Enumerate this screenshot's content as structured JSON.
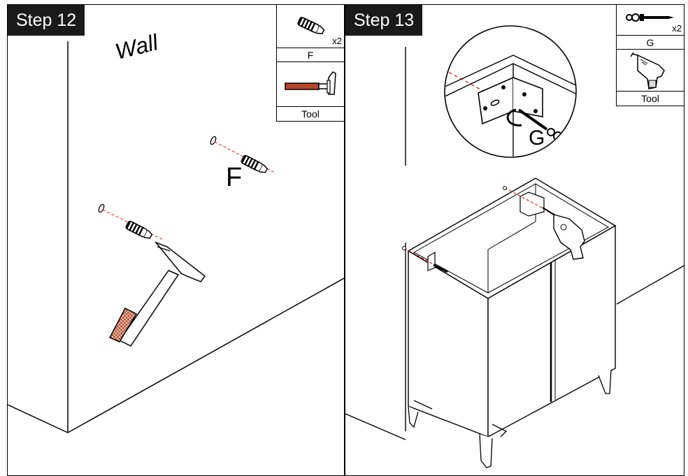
{
  "steps": [
    {
      "label": "Step 12",
      "scene_text": "Wall",
      "callout": "F",
      "parts": {
        "part_label": "F",
        "part_qty": "x2",
        "tool_label": "Tool"
      }
    },
    {
      "label": "Step 13",
      "callout": "G",
      "parts": {
        "part_label": "G",
        "part_qty": "x2",
        "tool_label": "Tool"
      }
    }
  ],
  "icons": {
    "anchor": "wall-anchor-icon",
    "hammer": "hammer-icon",
    "screw": "screw-icon",
    "drill": "drill-icon"
  },
  "colors": {
    "guide_line": "#e0201e",
    "handle": "#b5462a",
    "label_bg": "#1a1a1a"
  }
}
